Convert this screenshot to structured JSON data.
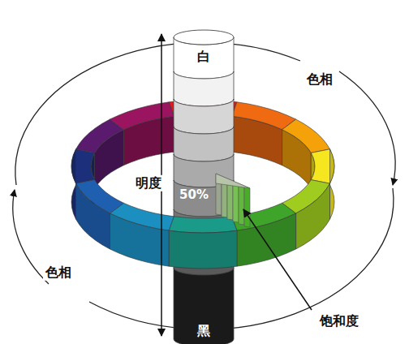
{
  "diagram": {
    "labels": [
      "白",
      "色相",
      "明度",
      "50%",
      "色相",
      "饱和度",
      "黑"
    ]
  }
}
